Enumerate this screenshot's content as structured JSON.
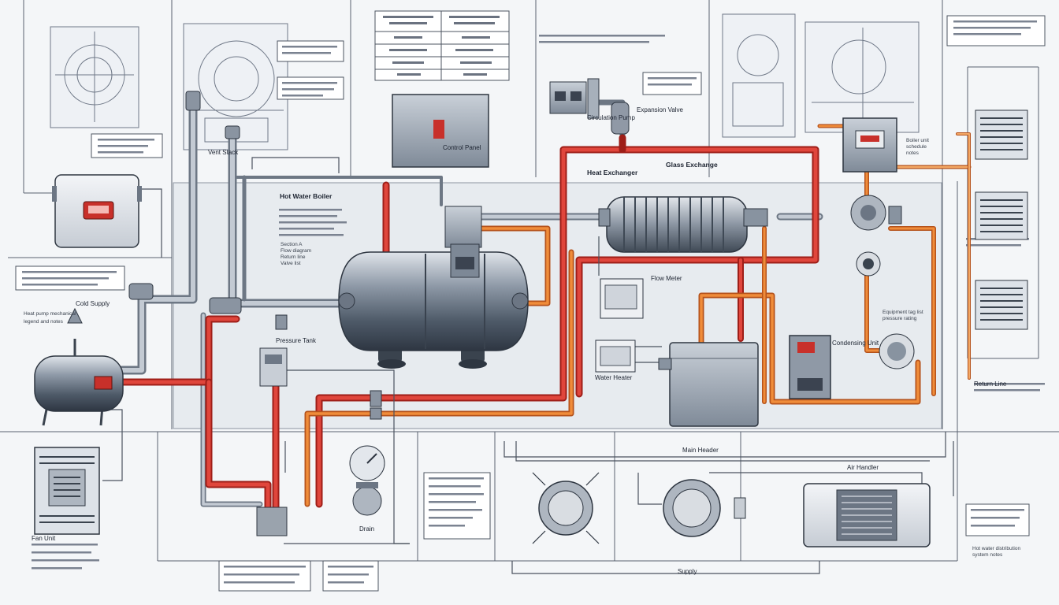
{
  "diagram": {
    "background_color": "#f4f6f8",
    "pipe_colors": {
      "hot": "#d8322a",
      "warm": "#ea7a2c",
      "cold": "#9aa3ad",
      "wire": "#5b6470"
    },
    "labels": [
      {
        "text": "Hot Water Boiler"
      },
      {
        "text": "Heat Exchanger"
      },
      {
        "text": "Control Panel"
      },
      {
        "text": "Pressure Tank"
      },
      {
        "text": "Glass Exchange"
      },
      {
        "text": "Water Heater"
      },
      {
        "text": "Condensing Unit"
      },
      {
        "text": "Cold Supply"
      },
      {
        "text": "Expansion Valve"
      },
      {
        "text": "Air Handler"
      },
      {
        "text": "Circulation Pump"
      },
      {
        "text": "Flow Meter"
      },
      {
        "text": "Return Line"
      },
      {
        "text": "Main Header"
      },
      {
        "text": "Vent Stack"
      },
      {
        "text": "Fan Unit"
      },
      {
        "text": "Drain"
      },
      {
        "text": "Supply"
      }
    ],
    "note_blocks": [
      {
        "lines": [
          "Heat pump mechanical",
          "legend and notes"
        ]
      },
      {
        "lines": [
          "Section A",
          "Flow diagram",
          "Return line",
          "Valve list"
        ]
      },
      {
        "lines": [
          "Boiler unit",
          "schedule",
          "notes"
        ]
      },
      {
        "lines": [
          "Equipment tag list",
          "pressure rating"
        ]
      },
      {
        "lines": [
          "Hot water distribution",
          "system notes"
        ]
      }
    ]
  }
}
